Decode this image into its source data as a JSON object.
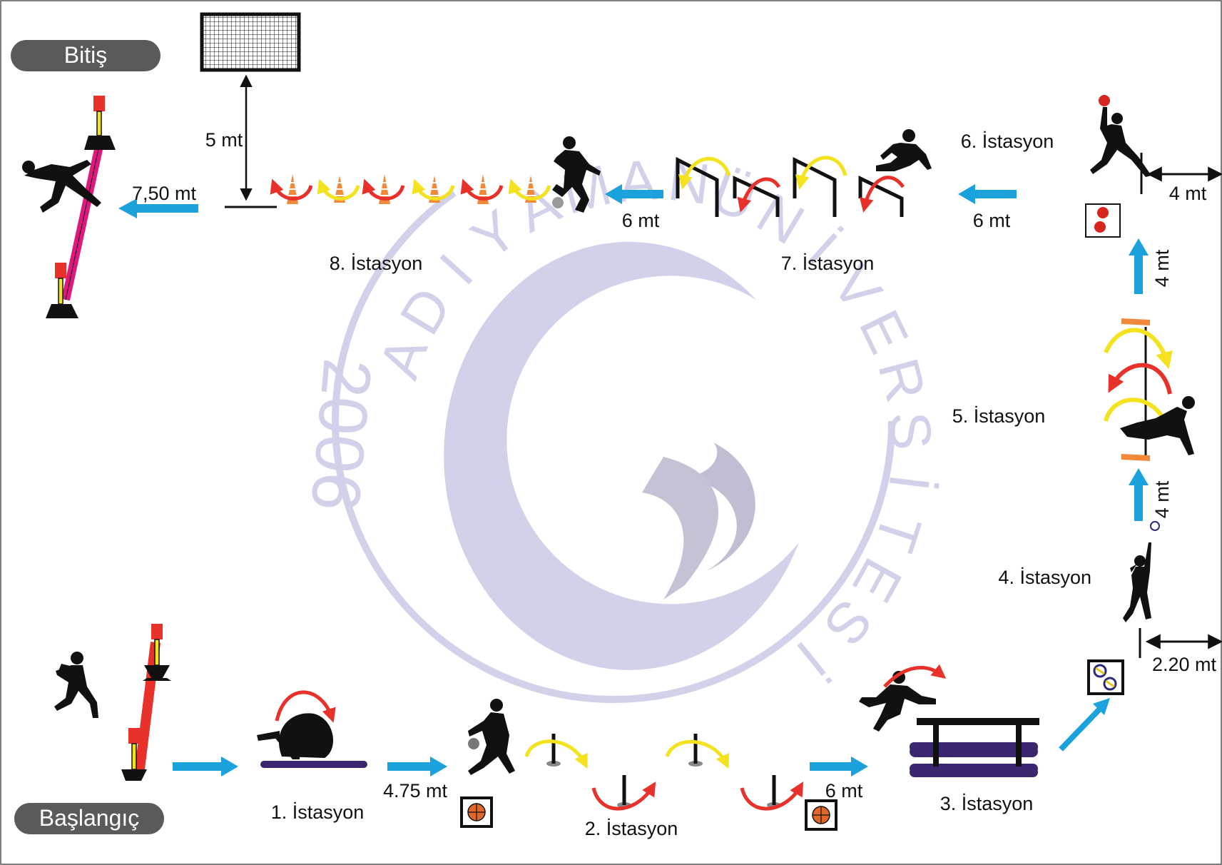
{
  "labels": {
    "finish": "Bitiş",
    "start": "Başlangıç"
  },
  "stations": {
    "s1": "1. İstasyon",
    "s2": "2. İstasyon",
    "s3": "3. İstasyon",
    "s4": "4. İstasyon",
    "s5": "5. İstasyon",
    "s6": "6. İstasyon",
    "s7": "7. İstasyon",
    "s8": "8. İstasyon"
  },
  "distances": {
    "d_475": "4.75 mt",
    "d_6_bottom": "6 mt",
    "d_220": "2.20 mt",
    "d_4_lower": "4 mt",
    "d_4_upper": "4 mt",
    "d_4_right": "4 mt",
    "d_6_top_right": "6 mt",
    "d_6_top_mid": "6 mt",
    "d_5": "5 mt",
    "d_750": "7,50 mt"
  },
  "watermark": {
    "year": "2006",
    "arc_letters": [
      "A",
      "D",
      "I",
      "Y",
      "A",
      "M",
      "A",
      "N"
    ],
    "arc_letters_2": [
      "Ü",
      "N",
      "İ",
      "V",
      "E",
      "R",
      "S",
      "İ",
      "T",
      "E",
      "S",
      "İ"
    ]
  },
  "colors": {
    "arrow_blue": "#1ba1dc",
    "arrow_red": "#e8312a",
    "arrow_yellow": "#f4e21e",
    "cone_orange": "#f08a3a",
    "mat_purple": "#3b2770",
    "pole_red": "#e8312a",
    "pole_magenta": "#e0187e",
    "label_bg": "#5a5a5a",
    "watermark": "#c9cbe6"
  },
  "icons": {
    "basketball": "basketball-icon",
    "volleyball": "volleyball-icon",
    "handball": "handball-icon",
    "goal": "goal-net-icon"
  }
}
